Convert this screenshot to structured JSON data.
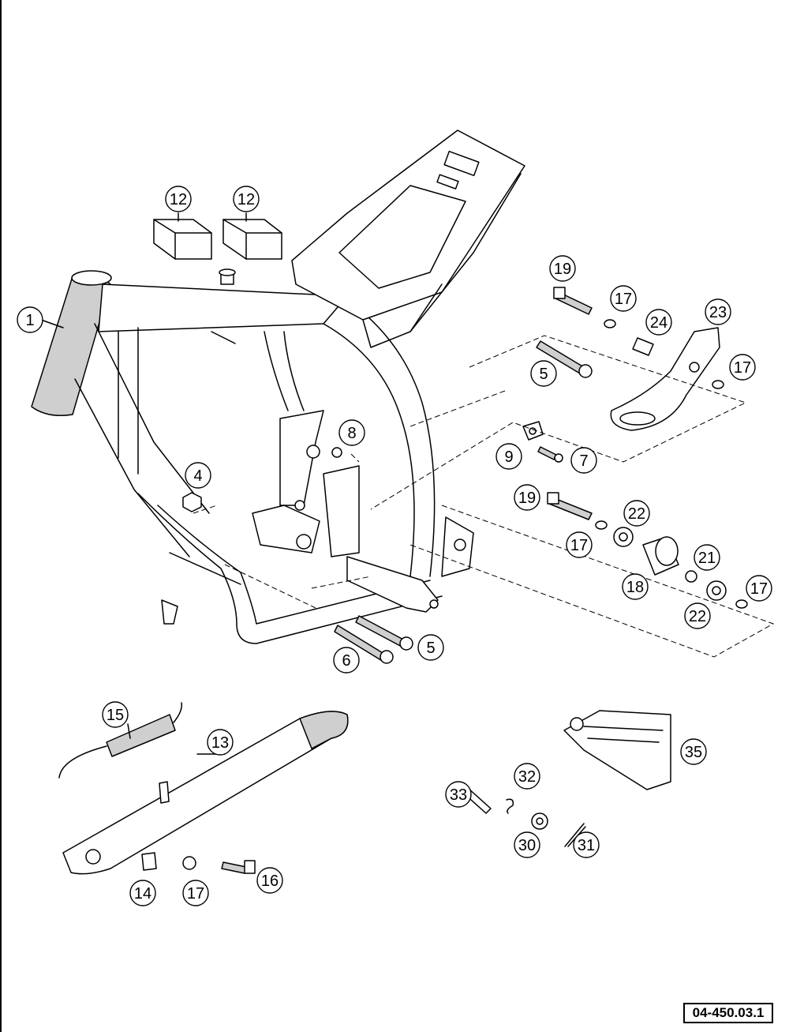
{
  "drawing_number": "04-450.03.1",
  "callouts": [
    "1",
    "4",
    "5",
    "5",
    "6",
    "7",
    "8",
    "9",
    "12",
    "12",
    "13",
    "14",
    "15",
    "16",
    "17",
    "17",
    "17",
    "17",
    "17",
    "18",
    "19",
    "19",
    "21",
    "22",
    "22",
    "23",
    "24",
    "30",
    "31",
    "32",
    "33",
    "35"
  ]
}
